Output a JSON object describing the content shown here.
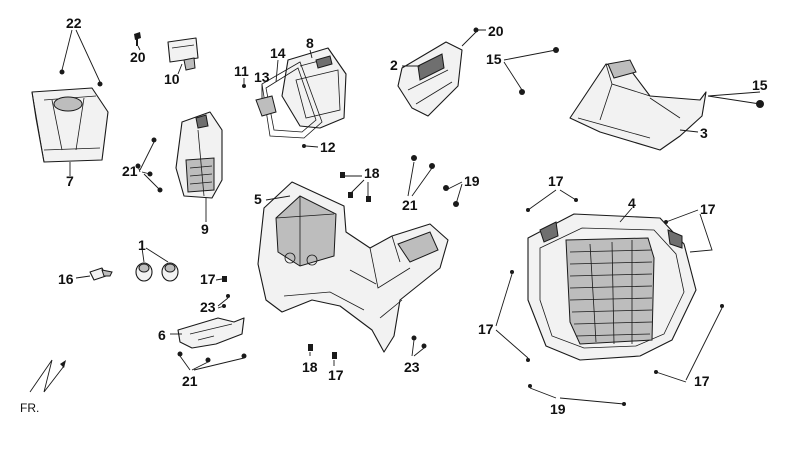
{
  "diagram": {
    "callouts": {
      "c1": "1",
      "c2": "2",
      "c3": "3",
      "c4": "4",
      "c5": "5",
      "c6": "6",
      "c7": "7",
      "c8": "8",
      "c9": "9",
      "c10": "10",
      "c11": "11",
      "c12": "12",
      "c13": "13",
      "c14": "14",
      "c15a": "15",
      "c15b": "15",
      "c16": "16",
      "c17a": "17",
      "c17b": "17",
      "c17c": "17",
      "c17d": "17",
      "c17e": "17",
      "c17f": "17",
      "c18a": "18",
      "c18b": "18",
      "c19a": "19",
      "c19b": "19",
      "c20a": "20",
      "c20b": "20",
      "c21a": "21",
      "c21b": "21",
      "c21c": "21",
      "c22": "22",
      "c23a": "23",
      "c23b": "23"
    },
    "front_marker": "FR."
  }
}
